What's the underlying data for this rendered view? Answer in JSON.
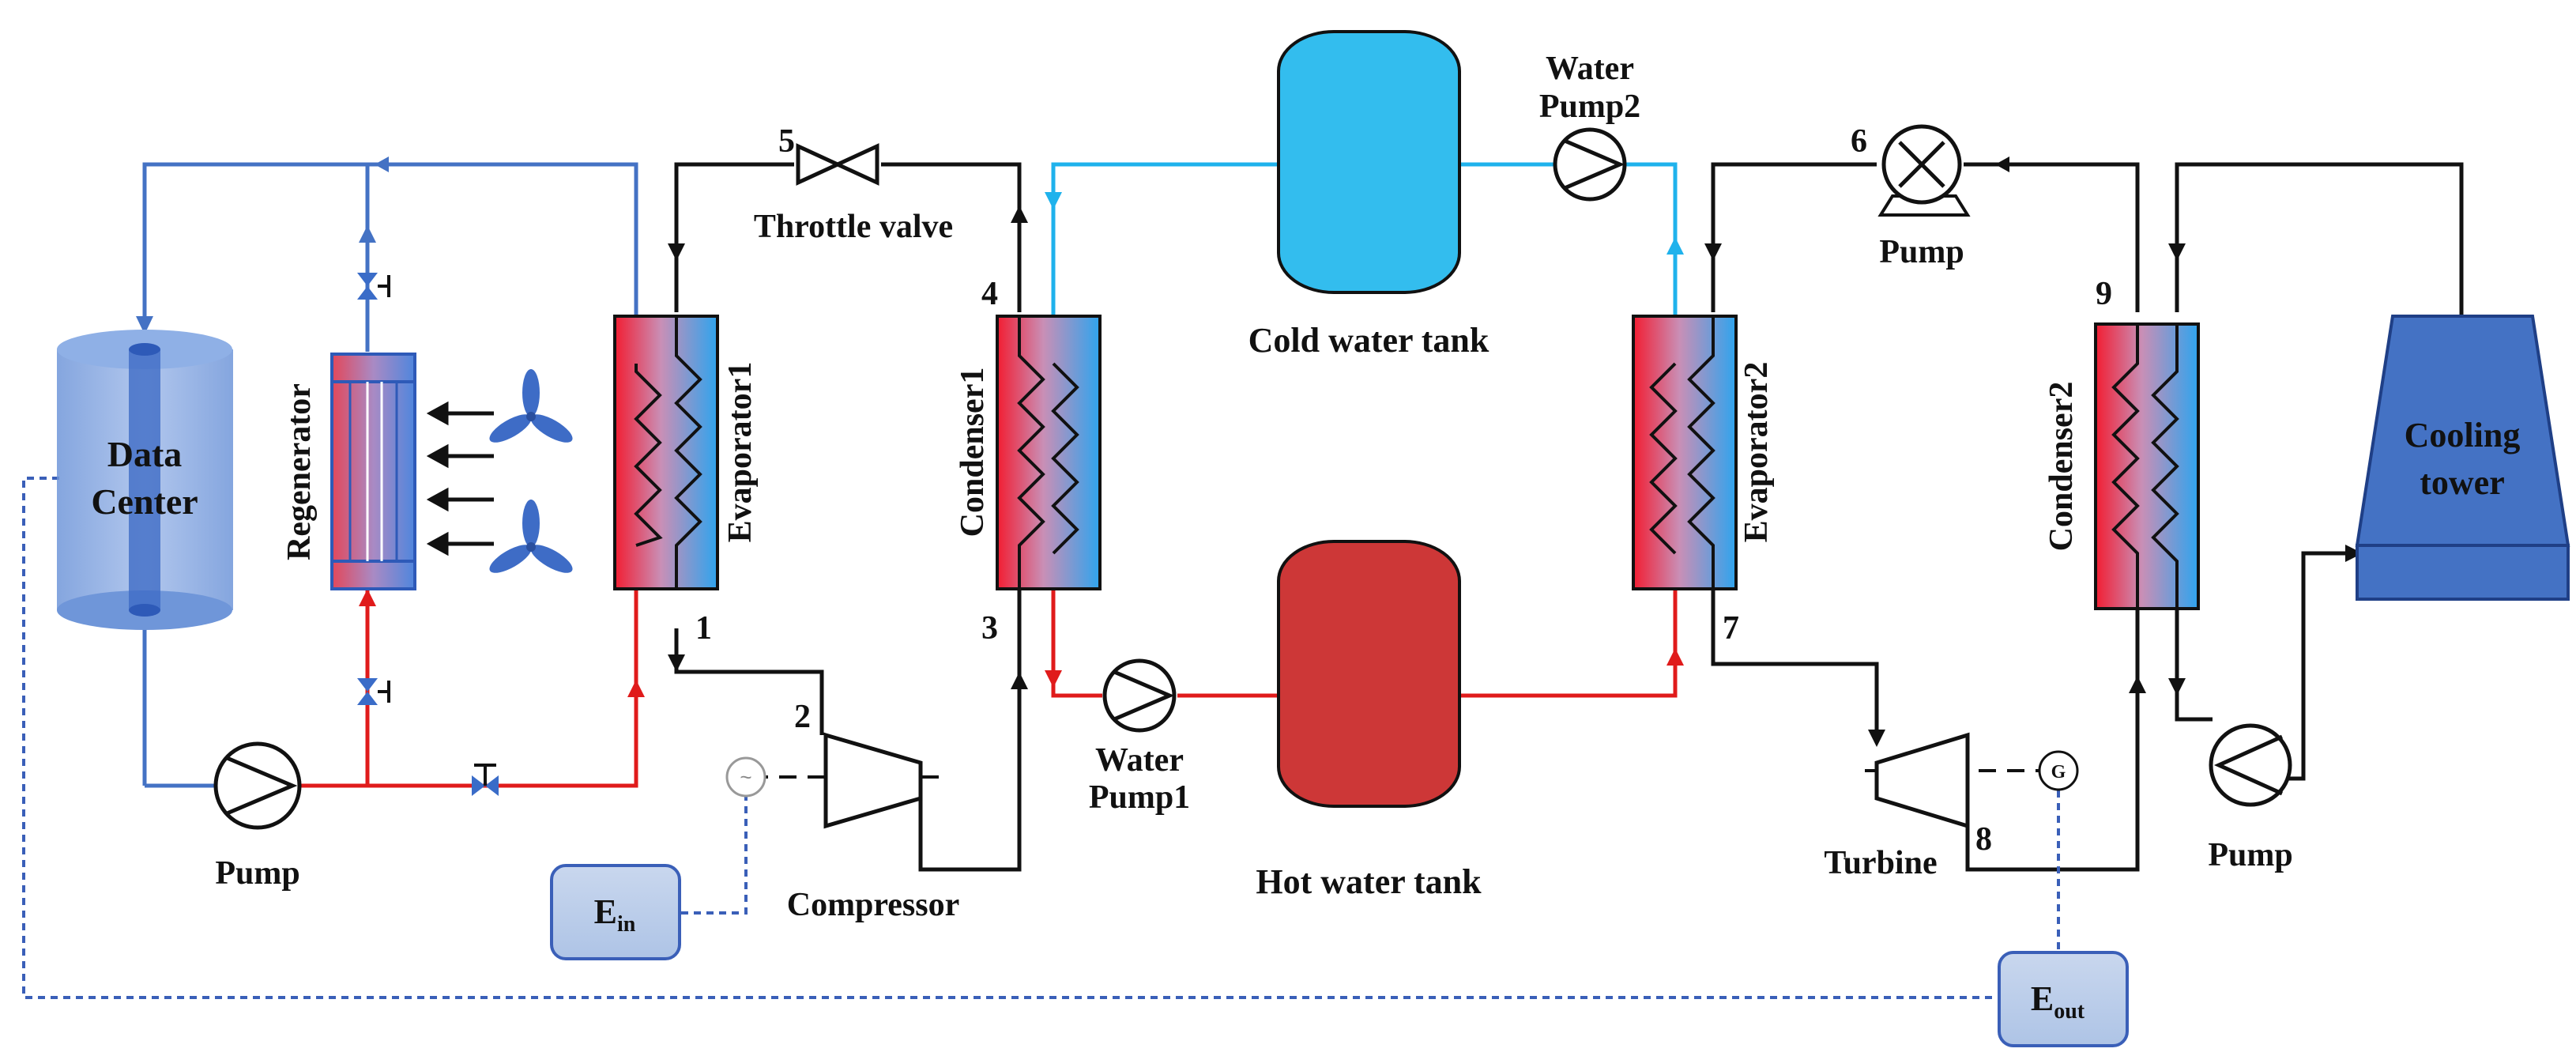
{
  "labels": {
    "data_center": [
      "Data",
      "Center"
    ],
    "regenerator": "Regenerator",
    "evaporator1": "Evaporator1",
    "condenser1": "Condenser1",
    "evaporator2": "Evaporator2",
    "condenser2": "Condenser2",
    "throttle_valve": "Throttle valve",
    "compressor": "Compressor",
    "cold_water_tank": "Cold water tank",
    "hot_water_tank": "Hot water tank",
    "water_pump1": [
      "Water",
      "Pump1"
    ],
    "water_pump2": [
      "Water",
      "Pump2"
    ],
    "pump_left": "Pump",
    "pump_orc": "Pump",
    "pump_tower": "Pump",
    "turbine": "Turbine",
    "cooling_tower": [
      "Cooling",
      "tower"
    ],
    "e_in": {
      "base": "E",
      "sub": "in"
    },
    "e_out": {
      "base": "E",
      "sub": "out"
    },
    "generator": "G",
    "motor": "~"
  },
  "state_points": [
    "1",
    "2",
    "3",
    "4",
    "5",
    "6",
    "7",
    "8",
    "9"
  ],
  "colors": {
    "cooling_loop": "#4472c4",
    "chilled_water": "#1fb2ec",
    "hot_water": "#e01b1b",
    "working_fluid": "#111111",
    "signal": "#3a5fb8",
    "cold_tank": "#33bdee",
    "hot_tank": "#cd3737",
    "cooling_tower": "#4472c4"
  }
}
